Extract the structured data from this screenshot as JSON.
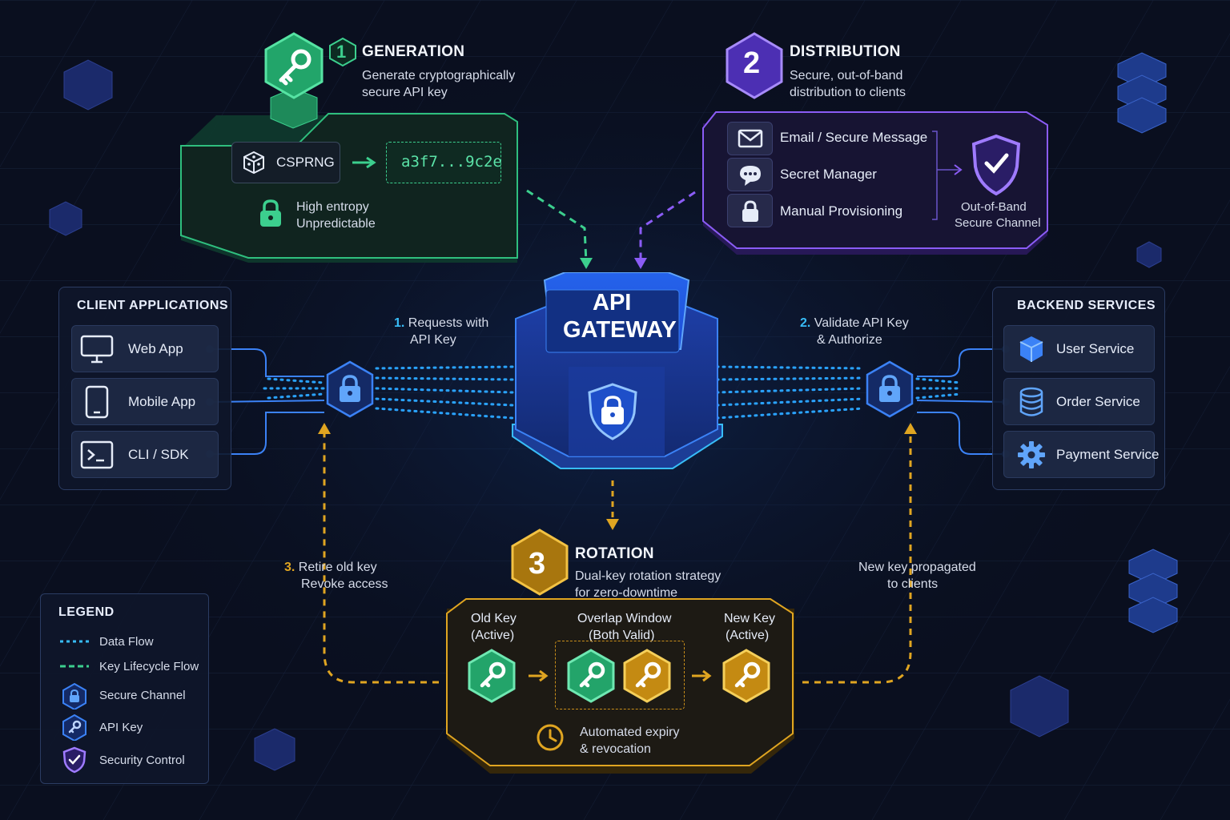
{
  "generation": {
    "number": "1",
    "title": "GENERATION",
    "subtitle_line1": "Generate cryptographically",
    "subtitle_line2": "secure API key",
    "source_label": "CSPRNG",
    "key_value": "a3f7...9c2e",
    "note_line1": "High entropy",
    "note_line2": "Unpredictable",
    "color": "#3ccf8e"
  },
  "distribution": {
    "number": "2",
    "title": "DISTRIBUTION",
    "subtitle_line1": "Secure, out-of-band",
    "subtitle_line2": "distribution to clients",
    "items": [
      {
        "label": "Email / Secure Message",
        "icon": "envelope-icon"
      },
      {
        "label": "Secret Manager",
        "icon": "chat-bubble-icon"
      },
      {
        "label": "Manual Provisioning",
        "icon": "lock-icon"
      }
    ],
    "channel_line1": "Out-of-Band",
    "channel_line2": "Secure Channel",
    "color": "#8b5cf6"
  },
  "gateway": {
    "line1": "API",
    "line2": "GATEWAY",
    "color": "#2f7bff"
  },
  "clients": {
    "title": "CLIENT APPLICATIONS",
    "items": [
      {
        "label": "Web App",
        "icon": "monitor-icon"
      },
      {
        "label": "Mobile App",
        "icon": "smartphone-icon"
      },
      {
        "label": "CLI / SDK",
        "icon": "terminal-icon"
      }
    ]
  },
  "backend": {
    "title": "BACKEND SERVICES",
    "items": [
      {
        "label": "User Service",
        "icon": "cube-icon"
      },
      {
        "label": "Order Service",
        "icon": "database-icon"
      },
      {
        "label": "Payment Service",
        "icon": "gear-icon"
      }
    ]
  },
  "flows": {
    "requests_num": "1.",
    "requests_line1": "Requests with",
    "requests_line2": "API Key",
    "validate_num": "2.",
    "validate_line1": "Validate API Key",
    "validate_line2": "& Authorize",
    "retire_num": "3.",
    "retire_line1": "Retire old key",
    "retire_line2": "Revoke access",
    "propagate_line1": "New key propagated",
    "propagate_line2": "to clients"
  },
  "rotation": {
    "number": "3",
    "title": "ROTATION",
    "subtitle_line1": "Dual-key rotation strategy",
    "subtitle_line2": "for zero-downtime",
    "old_key_line1": "Old Key",
    "old_key_line2": "(Active)",
    "overlap_line1": "Overlap Window",
    "overlap_line2": "(Both Valid)",
    "new_key_line1": "New Key",
    "new_key_line2": "(Active)",
    "expiry_line1": "Automated expiry",
    "expiry_line2": "& revocation",
    "color": "#e0a521"
  },
  "legend": {
    "title": "LEGEND",
    "items": [
      {
        "label": "Data Flow",
        "icon": "blue-dotted-line"
      },
      {
        "label": "Key Lifecycle Flow",
        "icon": "green-dashed-line"
      },
      {
        "label": "Secure Channel",
        "icon": "lock-hexagon-icon"
      },
      {
        "label": "API Key",
        "icon": "key-hexagon-icon"
      },
      {
        "label": "Security Control",
        "icon": "shield-check-icon"
      }
    ]
  }
}
